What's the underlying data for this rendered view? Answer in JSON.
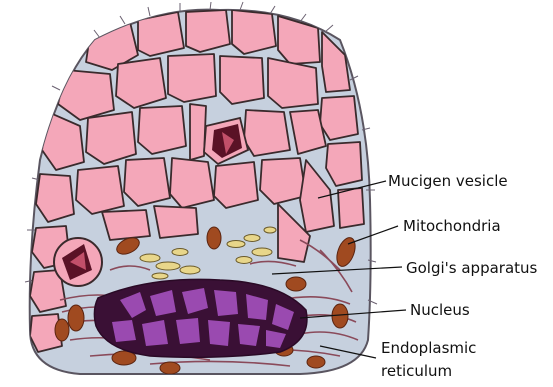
{
  "labels": {
    "mucigen_vesicle": "Mucigen vesicle",
    "mitochondria": "Mitochondria",
    "golgi": "Golgi's apparatus",
    "nucleus": "Nucleus",
    "er_line1": "Endoplasmic",
    "er_line2": "reticulum"
  },
  "colors": {
    "vesicle_fill": "#f4a7b9",
    "vesicle_stroke": "#3a2a2c",
    "cytoplasm": "#c6d0de",
    "nucleus": "#3a1035",
    "chromatin": "#9a4ab0",
    "mitochondria": "#a04a20",
    "golgi": "#e8d68a"
  }
}
